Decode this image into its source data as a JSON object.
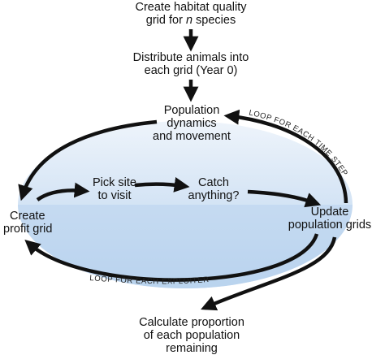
{
  "colors": {
    "ellipse_top": "#eef4fb",
    "ellipse_bottom": "#b9d3ee",
    "stroke": "#111111"
  },
  "nodes": {
    "habitat": {
      "line1": "Create habitat quality",
      "line2_pre": "grid for ",
      "line2_italic": "n",
      "line2_post": " species"
    },
    "distribute": {
      "line1": "Distribute animals into",
      "line2": "each grid (Year 0)"
    },
    "population": {
      "line1": "Population",
      "line2": "dynamics",
      "line3": "and movement"
    },
    "profit": {
      "line1": "Create",
      "line2": "profit grid"
    },
    "pick": {
      "line1": "Pick site",
      "line2": "to visit"
    },
    "catch": {
      "line1": "Catch",
      "line2": "anything?"
    },
    "update": {
      "line1": "Update",
      "line2": "population grids"
    },
    "calculate": {
      "line1": "Calculate proportion",
      "line2": "of each population",
      "line3": "remaining"
    }
  },
  "loops": {
    "time_step": "LOOP FOR EACH TIME STEP",
    "exploiter": "LOOP FOR EACH EXPLOITER"
  }
}
